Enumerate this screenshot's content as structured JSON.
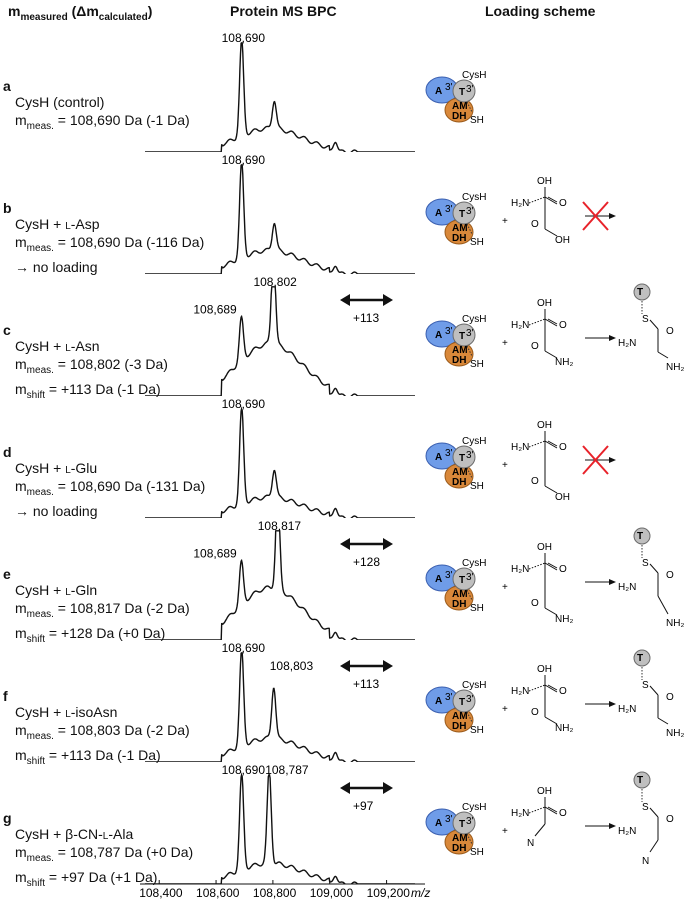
{
  "headers": {
    "col1_main": "m",
    "col1_sub1": "measured",
    "col1_mid": " (Δm",
    "col1_sub2": "calculated",
    "col1_end": ")",
    "col2": "Protein MS BPC",
    "col3": "Loading scheme"
  },
  "panels": [
    {
      "label": "a",
      "line1": "CysH (control)",
      "line2": "108,690 Da (-1 Da)",
      "line3": "",
      "shift": "",
      "peaks": [
        "108,690"
      ]
    },
    {
      "label": "b",
      "line1": "Asp",
      "line2": "108,690 Da (-116 Da)",
      "line3": "→ no loading",
      "shift": "",
      "peaks": [
        "108,690"
      ]
    },
    {
      "label": "c",
      "line1": "Asn",
      "line2": "108,802 (-3 Da)",
      "line3": "+113 Da (-1 Da)",
      "shift": "+113",
      "peaks": [
        "108,802",
        "108,689"
      ]
    },
    {
      "label": "d",
      "line1": "Glu",
      "line2": "108,690 Da (-131 Da)",
      "line3": "→ no loading",
      "shift": "",
      "peaks": [
        "108,690"
      ]
    },
    {
      "label": "e",
      "line1": "Gln",
      "line2": "108,817 Da (-2 Da)",
      "line3": "+128 Da (+0 Da)",
      "shift": "+128",
      "peaks": [
        "108,817",
        "108,689"
      ]
    },
    {
      "label": "f",
      "line1": "isoAsn",
      "line2": "108,803 Da (-2 Da)",
      "line3": "+113 Da (-1 Da)",
      "shift": "+113",
      "peaks": [
        "108,690",
        "108,803"
      ]
    },
    {
      "label": "g",
      "line1": "β-CN-",
      "line2": "108,787 Da (+0 Da)",
      "line3": "+97 Da (+1 Da)",
      "shift": "+97",
      "peaks": [
        "108,690",
        "108,787"
      ]
    }
  ],
  "common": {
    "prefix": "CysH + ",
    "l": "l",
    "ala": "-Ala",
    "meas_m": "m",
    "meas_sub": "meas.",
    "eq": " = ",
    "shift_sub": "shift"
  },
  "axis": {
    "ticks": [
      "108,400",
      "108,600",
      "108,800",
      "109,000",
      "109,200"
    ],
    "unit": "m/z"
  },
  "scheme": {
    "A3": "A",
    "T3": "T",
    "prime": "3'",
    "AM": "AM",
    "DH": "DH",
    "CysH": "CysH",
    "SH": "SH",
    "plus": "+",
    "S": "S",
    "O": "O",
    "OH": "OH",
    "H2N": "H₂N",
    "NH2": "NH₂",
    "N": "N"
  },
  "colors": {
    "A3": "#6f9ce8",
    "T3": "#9c9c9c",
    "AMDH": "#d9883a",
    "cross": "#e8222a"
  }
}
